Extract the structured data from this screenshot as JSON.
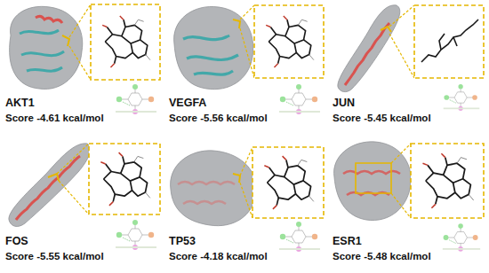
{
  "diagram": {
    "labels": [
      "AKT1",
      "Score -4.61 kcal/mol",
      "VEGFA",
      "Score -5.56 kcal/mol",
      "JUN",
      "Score -5.45 kcal/mol",
      "FOS",
      "Score -5.55 kcal/mol",
      "TP53",
      "Score -4.18 kcal/mol",
      "ESR1",
      "Score -5.48 kcal/mol"
    ]
  }
}
